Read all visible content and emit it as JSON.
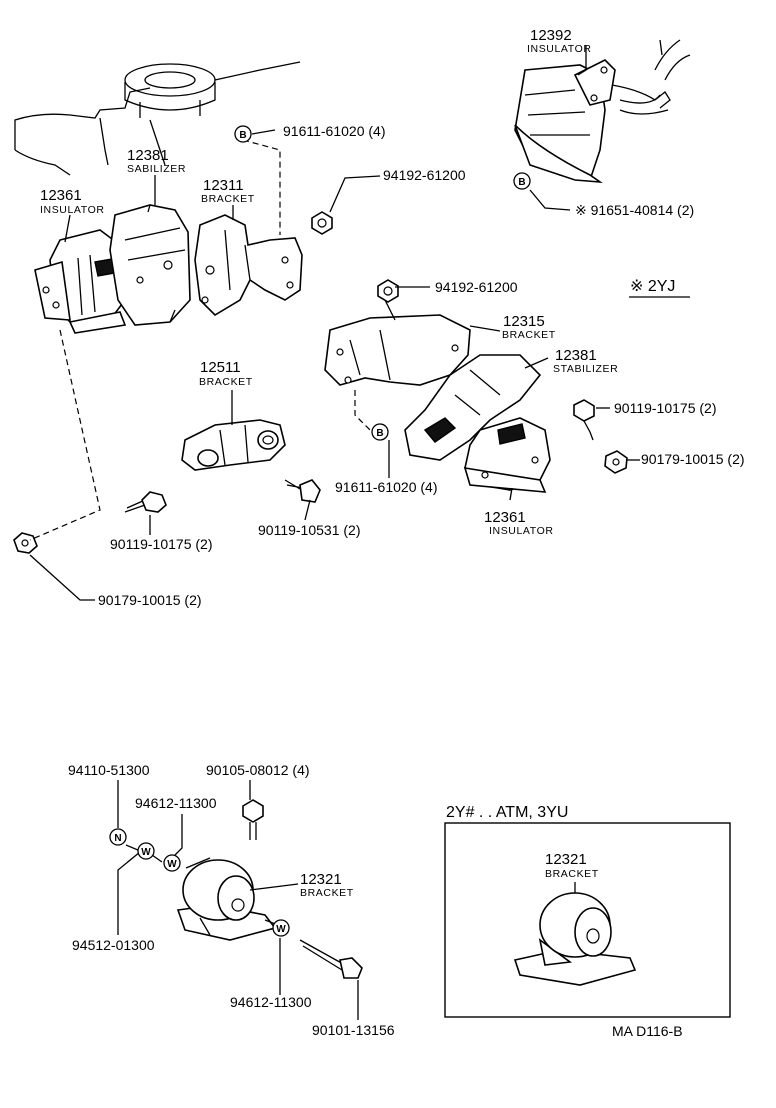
{
  "labels": {
    "p12392_num": "12392",
    "p12392_name": "INSULATOR",
    "p91611_top": "91611-61020 (4)",
    "p12381_top_num": "12381",
    "p12381_top_name": "SABILIZER",
    "p12311_num": "12311",
    "p12311_name": "BRACKET",
    "p94192_a": "94192-61200",
    "p12361_top_num": "12361",
    "p12361_top_name": "INSULATOR",
    "p91651": "※ 91651-40814 (2)",
    "p2yj": "※ 2YJ",
    "p94192_b": "94192-61200",
    "p12315_num": "12315",
    "p12315_name": "BRACKET",
    "p12381_r_num": "12381",
    "p12381_r_name": "STABILIZER",
    "p12511_num": "12511",
    "p12511_name": "BRACKET",
    "p90119_r": "90119-10175 (2)",
    "p90179_r": "90179-10015 (2)",
    "p91611_mid": "91611-61020 (4)",
    "p12361_r_num": "12361",
    "p12361_r_name": "INSULATOR",
    "p90119_mid": "90119-10531 (2)",
    "p90119_l": "90119-10175 (2)",
    "p90179_l": "90179-10015 (2)",
    "p94110": "94110-51300",
    "p90105": "90105-08012 (4)",
    "p94612_top": "94612-11300",
    "p12321_num": "12321",
    "p12321_name": "BRACKET",
    "p94512": "94512-01300",
    "p94612_bot": "94612-11300",
    "p90101": "90101-13156",
    "box_title": "2Y# . .  ATM, 3YU",
    "box_12321_num": "12321",
    "box_12321_name": "BRACKET",
    "ref_code": "MA  D116-B"
  },
  "markers": {
    "b": "B",
    "n": "N",
    "w": "W"
  }
}
